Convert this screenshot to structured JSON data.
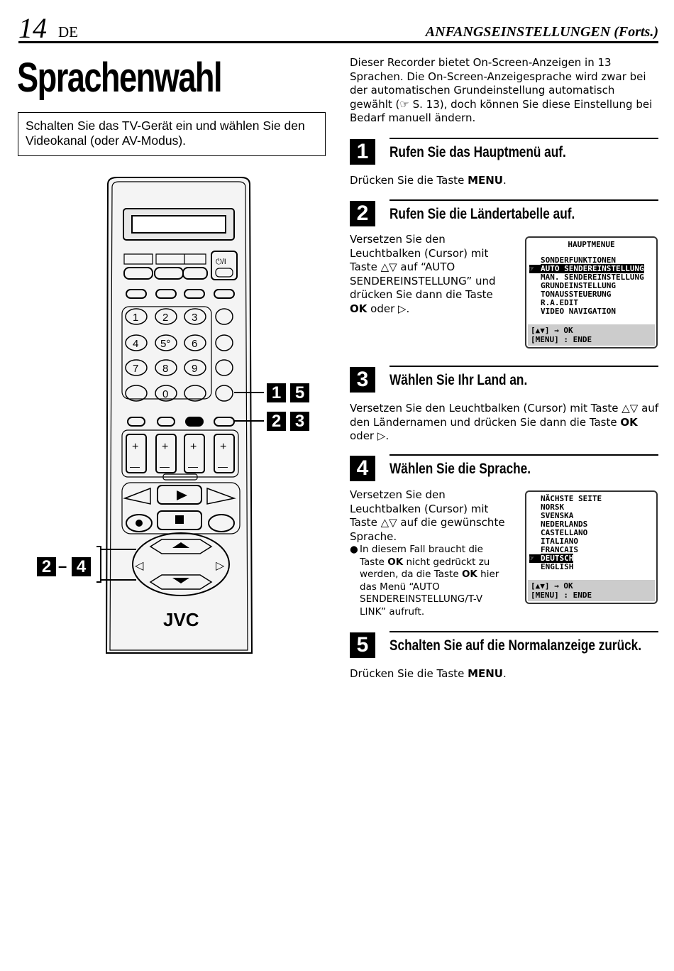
{
  "header": {
    "page_number": "14",
    "lang_code": "DE",
    "section": "ANFANGSEINSTELLUNGEN (Forts.)"
  },
  "title": "Sprachenwahl",
  "intro_box": "Schalten Sie das TV-Gerät ein und wählen Sie den Videokanal (oder AV-Modus).",
  "right_intro": "Dieser Recorder bietet On-Screen-Anzeigen in 13 Sprachen. Die On-Screen-Anzeigesprache wird zwar bei der automatischen Grundeinstellung automatisch gewählt (☞ S. 13), doch können Sie diese Einstellung bei Bedarf manuell ändern.",
  "steps": [
    {
      "num": "1",
      "title": "Rufen Sie das Hauptmenü auf.",
      "text_a": "Drücken Sie die Taste ",
      "key": "MENU",
      "text_b": "."
    },
    {
      "num": "2",
      "title": "Rufen Sie die Ländertabelle auf.",
      "text_a": "Versetzen Sie den Leuchtbalken (Cursor) mit Taste △▽ auf “AUTO SENDEREINSTELLUNG” und drücken Sie dann die Taste ",
      "key": "OK",
      "text_b": " oder ▷."
    },
    {
      "num": "3",
      "title": "Wählen Sie Ihr Land an.",
      "text_a": "Versetzen Sie den Leuchtbalken (Cursor) mit Taste △▽ auf den Ländernamen und drücken Sie dann die Taste ",
      "key": "OK",
      "text_b": " oder ▷."
    },
    {
      "num": "4",
      "title": "Wählen Sie die Sprache.",
      "text_a": "Versetzen Sie den Leuchtbalken (Cursor) mit Taste △▽ auf die gewünschte Sprache.",
      "note_a": "In diesem Fall braucht die Taste ",
      "note_key1": "OK",
      "note_b": " nicht gedrückt zu werden, da die Taste ",
      "note_key2": "OK",
      "note_c": " hier das Menü “AUTO SENDEREINSTELLUNG/T-V LINK” aufruft."
    },
    {
      "num": "5",
      "title": "Schalten Sie auf die Normalanzeige zurück.",
      "text_a": "Drücken Sie die Taste ",
      "key": "MENU",
      "text_b": "."
    }
  ],
  "osd_main": {
    "title": "HAUPTMENUE",
    "items": [
      "SONDERFUNKTIONEN",
      "AUTO SENDEREINSTELLUNG",
      "MAN. SENDEREINSTELLUNG",
      "GRUNDEINSTELLUNG",
      "TONAUSSTEUERUNG",
      "R.A.EDIT",
      "VIDEO NAVIGATION"
    ],
    "selected_index": 1,
    "foot1": "[▲▼] → OK",
    "foot2": "[MENU] : ENDE"
  },
  "osd_lang": {
    "items": [
      "NÄCHSTE SEITE",
      "NORSK",
      "SVENSKA",
      "NEDERLANDS",
      "CASTELLANO",
      "ITALIANO",
      "FRANCAIS",
      "DEUTSCH",
      "ENGLISH"
    ],
    "selected_index": 7,
    "foot1": "[▲▼] → OK",
    "foot2": "[MENU] : ENDE"
  },
  "remote": {
    "brand": "JVC",
    "keys": [
      "1",
      "2",
      "3",
      "4",
      "5°",
      "6",
      "7",
      "8",
      "9",
      "0"
    ],
    "callouts": {
      "c1": "1",
      "c5": "5",
      "c2": "2",
      "c3": "3",
      "range_from": "2",
      "dash": "–",
      "range_to": "4"
    },
    "marks": {
      "plus": "+",
      "minus": "—",
      "power": "⏻/I"
    }
  },
  "colors": {
    "osd_footer": "#cccccc",
    "text": "#000000"
  }
}
